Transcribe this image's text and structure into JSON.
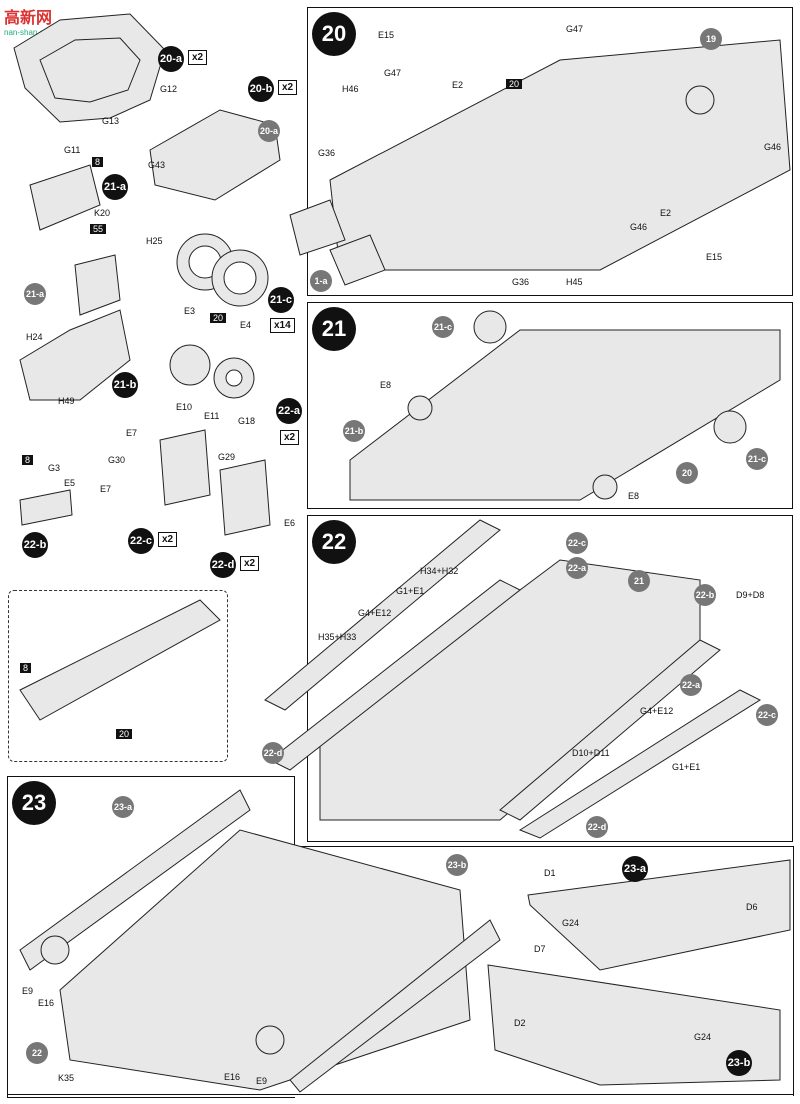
{
  "watermark": {
    "logo_chars": "高新网",
    "url": "nan-shan.com"
  },
  "steps": {
    "s20": "20",
    "s21": "21",
    "s22": "22",
    "s23": "23"
  },
  "subassemblies": {
    "a20a": "20-a",
    "a20b": "20-b",
    "a21a": "21-a",
    "a21b": "21-b",
    "a21c": "21-c",
    "a22a": "22-a",
    "a22b": "22-b",
    "a22c": "22-c",
    "a22d": "22-d",
    "a23a": "23-a",
    "a23b": "23-b"
  },
  "multipliers": {
    "m20a": "x2",
    "m20b": "x2",
    "m21c": "x14",
    "m22a": "x2",
    "m22c": "x2",
    "m22d": "x2"
  },
  "parts_topleft": {
    "G12": "G12",
    "G13": "G13",
    "G43": "G43",
    "G11": "G11",
    "K20": "K20",
    "H25": "H25",
    "H24": "H24",
    "H49": "H49",
    "E3": "E3",
    "E4": "E4",
    "E10": "E10",
    "E11": "E11",
    "G18": "G18",
    "E7a": "E7",
    "E7b": "E7",
    "G30": "G30",
    "G29": "G29",
    "E6": "E6",
    "G3": "G3",
    "E5": "E5"
  },
  "stars": {
    "s8a": "8",
    "s55": "55",
    "s20a": "20",
    "s8b": "8",
    "s8c": "8",
    "s20b": "20",
    "s20c": "20"
  },
  "parts_step20": {
    "E15": "E15",
    "G47a": "G47",
    "G47b": "G47",
    "H46": "H46",
    "E2a": "E2",
    "E2b": "E2",
    "G36a": "G36",
    "G36b": "G36",
    "H45": "H45",
    "G46a": "G46",
    "G46b": "G46",
    "E15b": "E15",
    "n19": "19",
    "n1a": "1-a"
  },
  "parts_step21": {
    "E8a": "E8",
    "E8b": "E8",
    "n20": "20"
  },
  "parts_step22": {
    "H34H32": "H34+H32",
    "G1E1a": "G1+E1",
    "G4E12a": "G4+E12",
    "H35H33": "H35+H33",
    "n21": "21",
    "D9D8": "D9+D8",
    "G4E12b": "G4+E12",
    "D10D11": "D10+D11",
    "G1E1b": "G1+E1"
  },
  "parts_step23": {
    "E9a": "E9",
    "E16a": "E16",
    "n22": "22",
    "K35": "K35",
    "E16b": "E16",
    "E9b": "E9",
    "D1": "D1",
    "D6": "D6",
    "G24a": "G24",
    "D7": "D7",
    "D2": "D2",
    "G24b": "G24"
  }
}
